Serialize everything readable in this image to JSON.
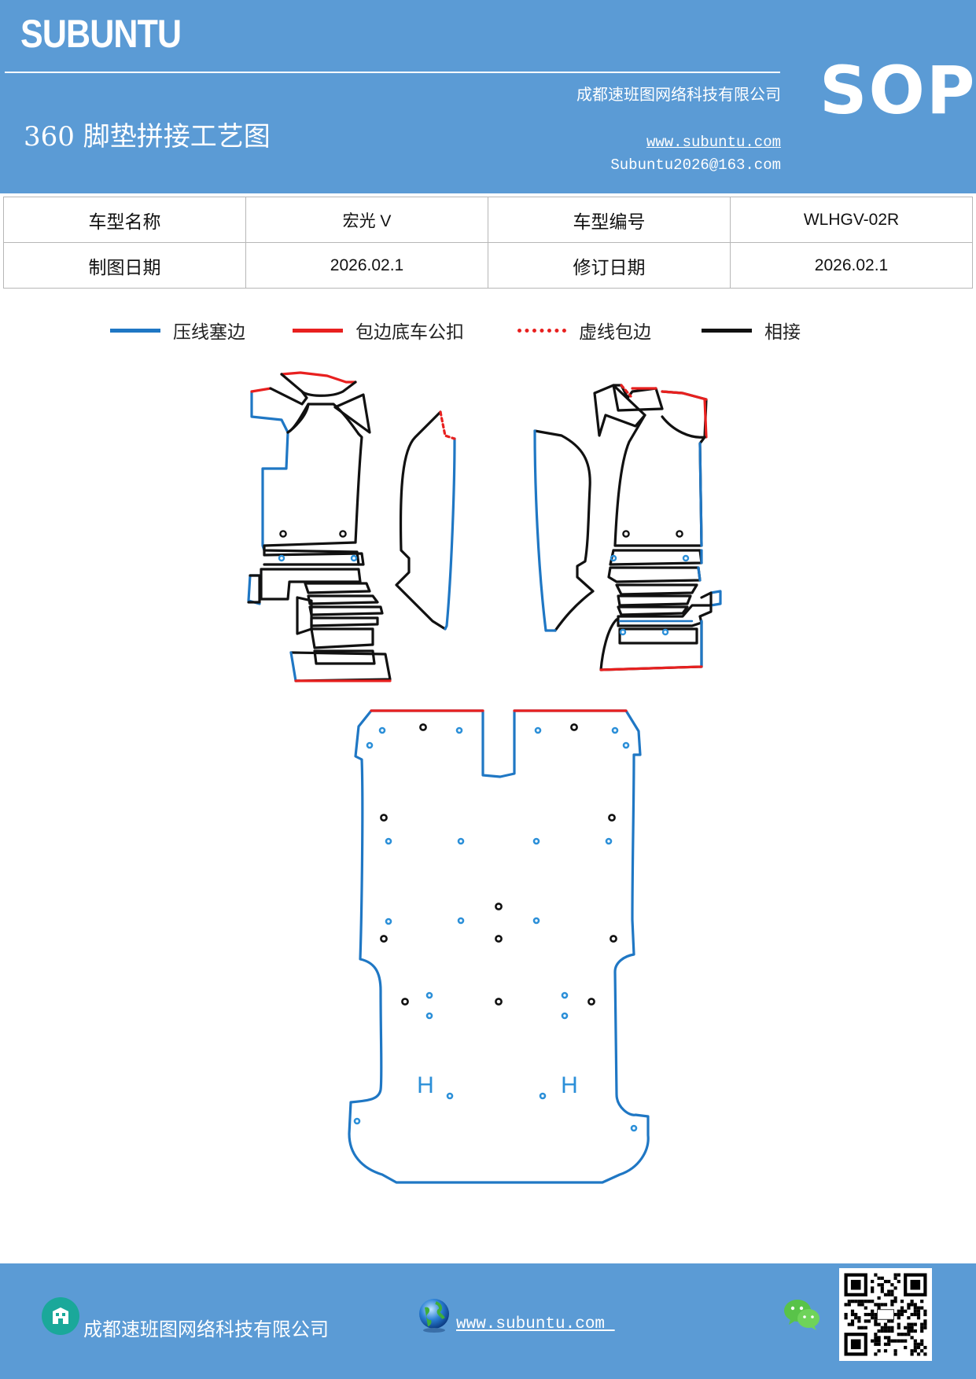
{
  "header": {
    "brand": "SUBUNTU",
    "company": "成都速班图网络科技有限公司",
    "title": "360 脚垫拼接工艺图",
    "website": "www.subuntu.com",
    "email": "Subuntu2026@163.com",
    "badge": "SOP",
    "color": "#5b9bd5"
  },
  "info_table": {
    "rows": [
      [
        {
          "text": "车型名称",
          "kind": "label"
        },
        {
          "text": "宏光 V",
          "kind": "value"
        },
        {
          "text": "车型编号",
          "kind": "label"
        },
        {
          "text": "WLHGV-02R",
          "kind": "value"
        }
      ],
      [
        {
          "text": "制图日期",
          "kind": "label"
        },
        {
          "text": "2026.02.1",
          "kind": "value"
        },
        {
          "text": "修订日期",
          "kind": "label"
        },
        {
          "text": "2026.02.1",
          "kind": "value"
        }
      ]
    ]
  },
  "legend": {
    "items": [
      {
        "label": "压线塞边",
        "color": "#1f77c4",
        "style": "solid"
      },
      {
        "label": "包边底车公扣",
        "color": "#e8201f",
        "style": "solid"
      },
      {
        "label": "虚线包边",
        "color": "#e8201f",
        "style": "dotted"
      },
      {
        "label": "相接",
        "color": "#111111",
        "style": "solid"
      }
    ]
  },
  "drawing": {
    "h_marks": [
      "H",
      "H"
    ],
    "colors": {
      "blue": "#1f77c4",
      "red": "#e8201f",
      "black": "#111111",
      "dot_blue": "#2b8fd8"
    }
  },
  "footer": {
    "company": "成都速班图网络科技有限公司",
    "website": "www.subuntu.com ",
    "icons": [
      "building-icon",
      "globe-icon",
      "wechat-icon",
      "qr-code"
    ]
  }
}
